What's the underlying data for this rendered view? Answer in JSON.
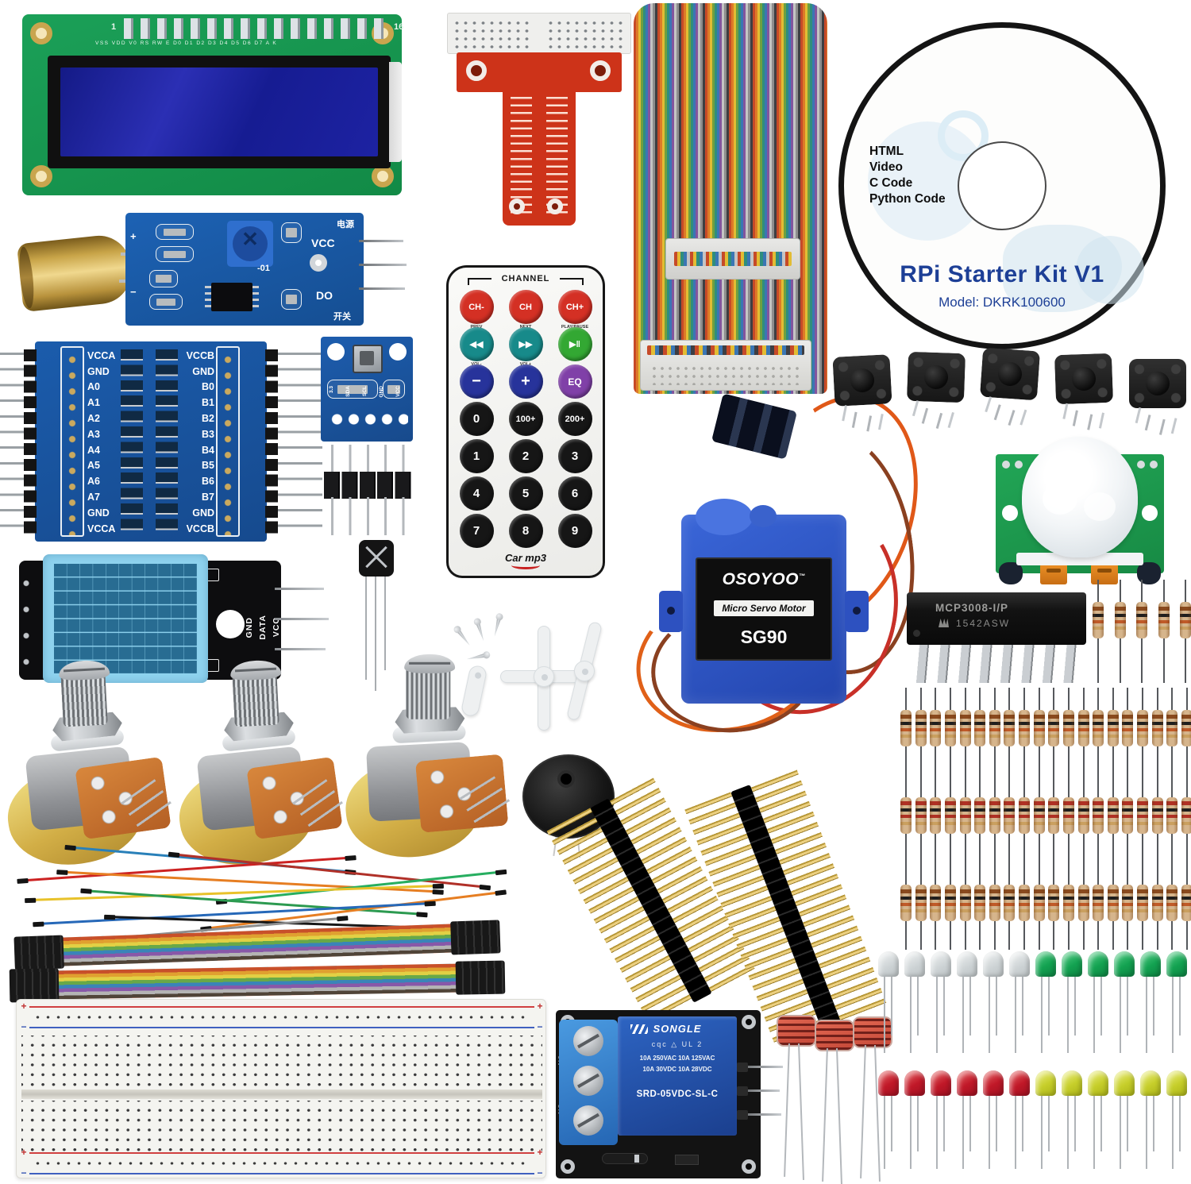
{
  "image_type": "electronics starter kit product photo",
  "colors": {
    "pcb_green": "#178a44",
    "pcb_blue": "#1b5cac",
    "pcb_red": "#cd3319",
    "cd_text_blue": "#1d3f96",
    "servo_blue": "#2d51c0",
    "relay_blue": "#1b3f8e"
  },
  "cd": {
    "features": [
      "HTML",
      "Video",
      "C Code",
      "Python Code"
    ],
    "title": "RPi Starter Kit V1",
    "model": "Model: DKRK100600"
  },
  "lcd": {
    "pin_first": "1",
    "pin_last": "16",
    "pin_labels": "VSS VDD V0 RS RW E D0 D1 D2 D3 D4 D5 D6 D7 A K"
  },
  "tilt": {
    "plus": "+",
    "minus": "−",
    "vcc": "VCC",
    "do_label": "DO",
    "mark": "-01",
    "power_cn": "电源",
    "switch_cn": "开关"
  },
  "level_shifter": {
    "left": [
      "VCCA",
      "GND",
      "A0",
      "A1",
      "A2",
      "A3",
      "A4",
      "A5",
      "A6",
      "A7",
      "GND",
      "VCCA"
    ],
    "right": [
      "VCCB",
      "GND",
      "B0",
      "B1",
      "B2",
      "B3",
      "B4",
      "B5",
      "B6",
      "B7",
      "GND",
      "VCCB"
    ]
  },
  "i2c": {
    "pins": [
      "3.3",
      "SDA",
      "SCL",
      "GND",
      "VCC"
    ]
  },
  "remote": {
    "channel": "CHANNEL",
    "row1": [
      "CH-",
      "CH",
      "CH+"
    ],
    "row1_sub": [
      "PREV",
      "NEXT",
      "PLAY/PAUSE"
    ],
    "row2": [
      "◀◀",
      "▶▶",
      "▶‖"
    ],
    "row2_sub": [
      "VOL-",
      "VOL+",
      ""
    ],
    "row3": [
      "−",
      "+",
      "EQ"
    ],
    "row4": [
      "0",
      "100+",
      "200+"
    ],
    "digits": [
      "1",
      "2",
      "3",
      "4",
      "5",
      "6",
      "7",
      "8",
      "9"
    ],
    "logo": "Car mp3"
  },
  "servo": {
    "brand": "OSOYOO",
    "tm": "™",
    "type": "Micro Servo Motor",
    "model": "SG90"
  },
  "mcp": {
    "line1": "MCP3008-I/P",
    "line2": "1542ASW"
  },
  "dht": {
    "pins": [
      "GND",
      "DATA",
      "VCC"
    ]
  },
  "relay": {
    "brand": "SONGLE",
    "certs": "cqc  △  UL  2",
    "rating1": "10A 250VAC  10A 125VAC",
    "rating2": "10A 30VDC  10A 28VDC",
    "model": "SRD-05VDC-SL-C",
    "no_label": "NO",
    "nc_label": "NC"
  },
  "breadboard": {
    "plus": "+",
    "minus": "−"
  },
  "counts": {
    "resistor_rows": 3,
    "resistors_per_row": 20,
    "small_resistors": 5,
    "tactile_buttons": 5,
    "white_leds": 6,
    "green_leds": 6,
    "red_leds": 6,
    "yellow_leds": 6,
    "photoresistors": 3,
    "level_shifter_rows": 12
  }
}
